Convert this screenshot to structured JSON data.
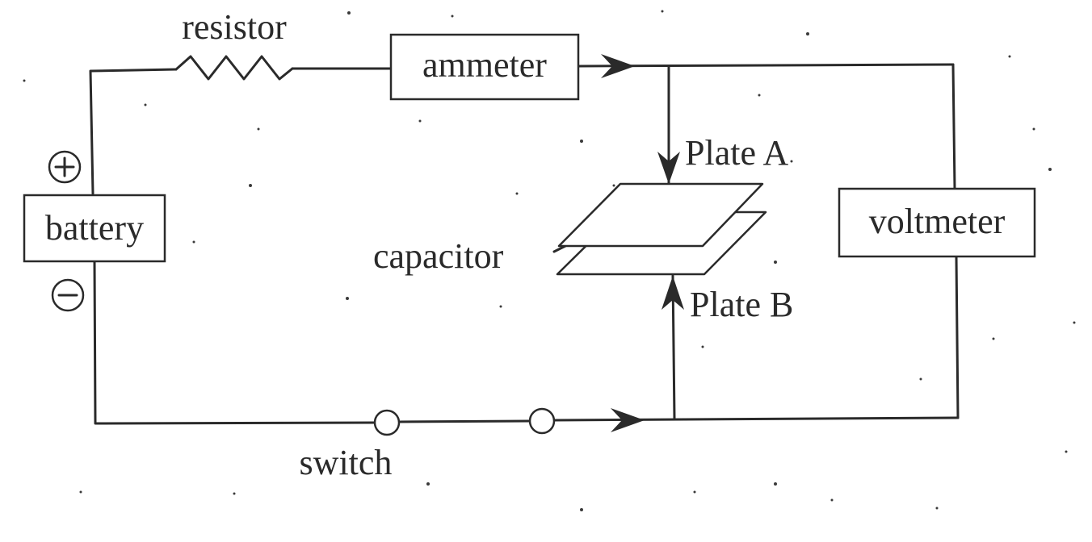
{
  "labels": {
    "resistor": "resistor",
    "ammeter": "ammeter",
    "battery": "battery",
    "capacitor": "capacitor",
    "plate_a": "Plate A",
    "plate_b": "Plate B",
    "voltmeter": "voltmeter",
    "switch": "switch"
  },
  "colors": {
    "ink": "#2a2a2a",
    "paper": "#ffffff"
  }
}
